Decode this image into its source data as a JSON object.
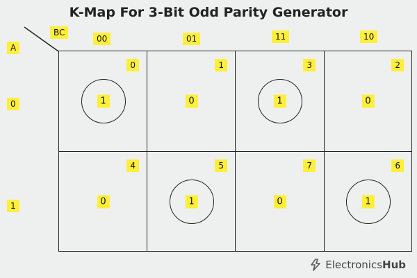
{
  "title": "K-Map For 3-Bit Odd Parity Generator",
  "row_var": "A",
  "col_var": "BC",
  "col_headers": [
    "00",
    "01",
    "11",
    "10"
  ],
  "row_headers": [
    "0",
    "1"
  ],
  "cells": [
    [
      {
        "index": "0",
        "value": "1",
        "circled": true
      },
      {
        "index": "1",
        "value": "0",
        "circled": false
      },
      {
        "index": "3",
        "value": "1",
        "circled": true
      },
      {
        "index": "2",
        "value": "0",
        "circled": false
      }
    ],
    [
      {
        "index": "4",
        "value": "0",
        "circled": false
      },
      {
        "index": "5",
        "value": "1",
        "circled": true
      },
      {
        "index": "7",
        "value": "0",
        "circled": false
      },
      {
        "index": "6",
        "value": "1",
        "circled": true
      }
    ]
  ],
  "brand": {
    "name_light": "Electronics",
    "name_bold": "Hub",
    "icon": "electronics-hub-logo-icon"
  },
  "colors": {
    "label_bg": "#ffef3a",
    "background": "#eef0f0",
    "line": "#222222"
  }
}
